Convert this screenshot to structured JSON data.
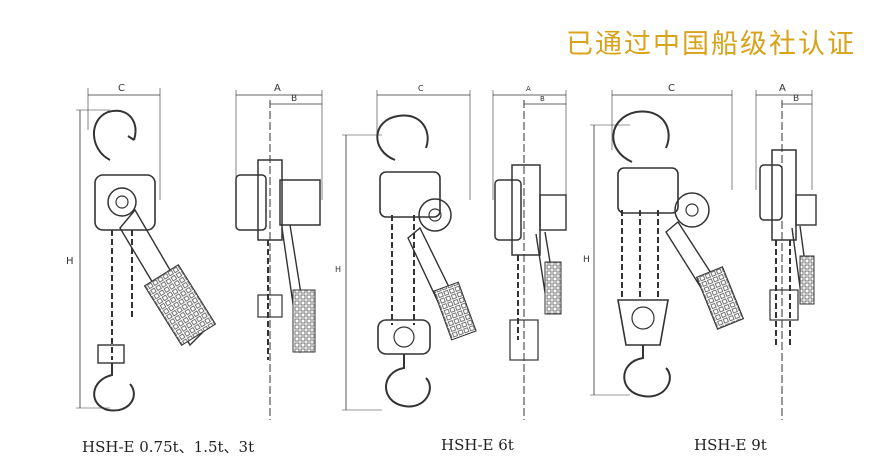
{
  "headline": "已通过中国船级社认证",
  "dim_letters": {
    "c": "C",
    "a": "A",
    "b": "B",
    "h": "H"
  },
  "colors": {
    "headline": "#d9a21b",
    "line": "#333333",
    "hatch": "#999999"
  },
  "figures": [
    {
      "caption": "HSH-E 0.75t、1.5t、3t"
    },
    {
      "caption": "HSH-E 6t"
    },
    {
      "caption": "HSH-E 9t"
    }
  ]
}
